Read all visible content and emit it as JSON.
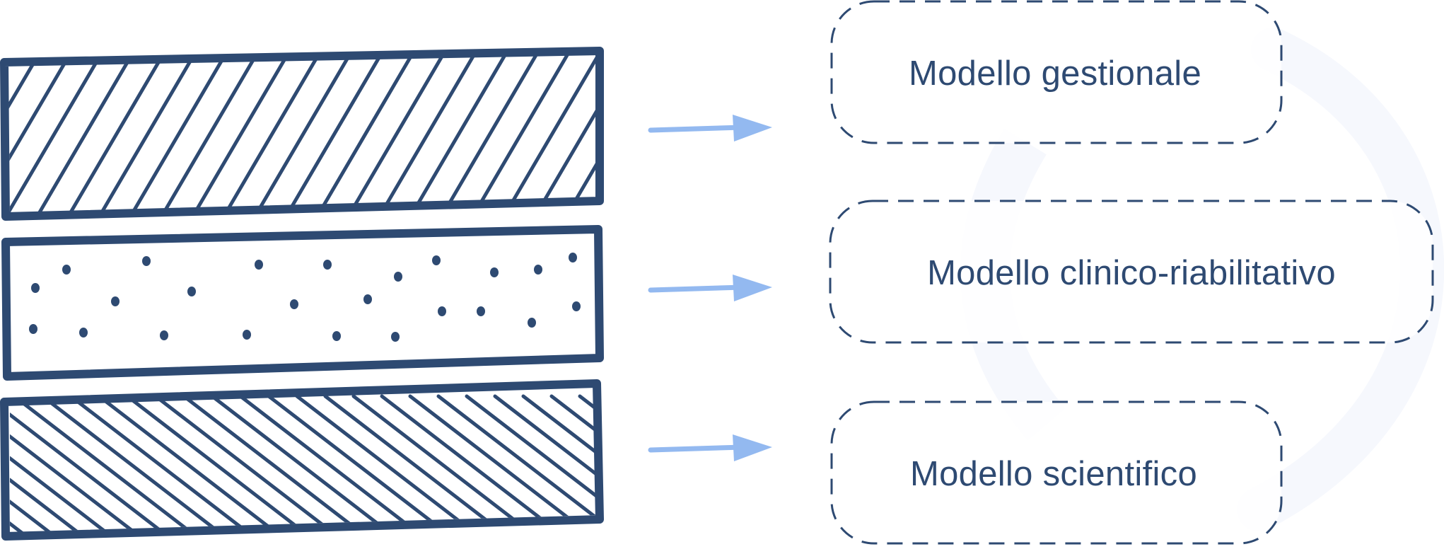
{
  "diagram": {
    "layers": [
      {
        "id": "layer-1",
        "pattern": "diagonal-hatch",
        "label": "Modello gestionale"
      },
      {
        "id": "layer-2",
        "pattern": "dots",
        "label": "Modello clinico-riabilitativo"
      },
      {
        "id": "layer-3",
        "pattern": "reverse-diagonal-hatch",
        "label": "Modello scientifico"
      }
    ],
    "colors": {
      "ink": "#2e4a72",
      "arrow": "#93b9f0",
      "background_cycle": "#f6f8fd",
      "background": "#ffffff"
    }
  }
}
